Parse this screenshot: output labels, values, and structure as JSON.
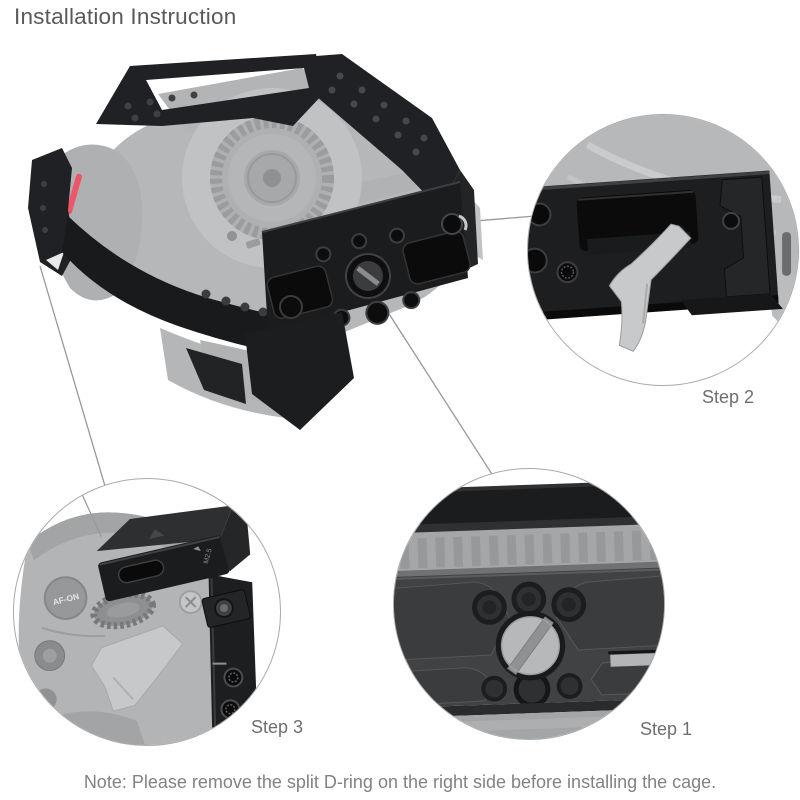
{
  "title": "Installation Instruction",
  "note": "Note: Please remove the split D-ring on the right side before installing the cage.",
  "callouts": [
    {
      "label": "Step 1",
      "detail": "bottom-plate-center-screw-detail"
    },
    {
      "label": "Step 2",
      "detail": "quick-release-lock-lever-detail"
    },
    {
      "label": "Step 3",
      "detail": "cold-shoe-and-side-rail-detail"
    }
  ],
  "illustration": {
    "description": "camera-with-cage-overview",
    "camera_markings": {
      "af_on_button": "AF-ON",
      "shoe_thread_marking": "M2.5"
    }
  },
  "colors": {
    "accent_red": "#ee5568",
    "cage_black": "#1e1f21",
    "camera_gray": "#b3b5b7",
    "metal_silver": "#c6c8ca",
    "callout_stroke": "#a8aaac",
    "connector_line": "#96989a",
    "title_text": "#58595b",
    "step_text": "#6d6e71",
    "note_text": "#808285"
  }
}
